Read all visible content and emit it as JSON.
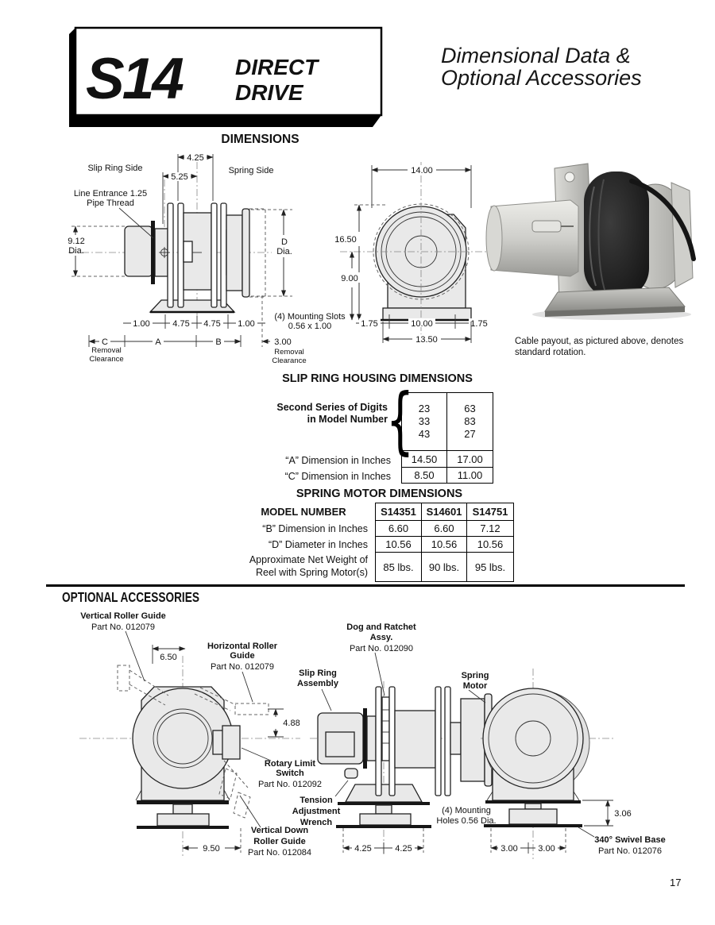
{
  "header": {
    "model": "S14",
    "drive_line1": "DIRECT",
    "drive_line2": "DRIVE",
    "subtitle_line1": "Dimensional Data &",
    "subtitle_line2": "Optional Accessories"
  },
  "page_number": "17",
  "dimensions": {
    "title": "DIMENSIONS",
    "side_view": {
      "slip_ring_side": "Slip Ring Side",
      "spring_side": "Spring Side",
      "dim_4_25": "4.25",
      "dim_5_25": "5.25",
      "line_entrance_1": "Line Entrance 1.25",
      "line_entrance_2": "Pipe Thread",
      "dia_9_12": "9.12",
      "dia_9_12_unit": "Dia.",
      "dia_d": "D",
      "dia_d_unit": "Dia.",
      "dim_1_00_left": "1.00",
      "dim_4_75_left": "4.75",
      "dim_4_75_right": "4.75",
      "dim_1_00_right": "1.00",
      "dim_c": "C",
      "dim_a": "A",
      "dim_b": "B",
      "dim_3_00": "3.00",
      "removal_left_1": "Removal",
      "removal_left_2": "Clearance",
      "removal_right_1": "Removal",
      "removal_right_2": "Clearance",
      "mounting_slots_1": "(4) Mounting Slots",
      "mounting_slots_2": "0.56 x 1.00"
    },
    "front_view": {
      "dim_14_00": "14.00",
      "dim_16_50": "16.50",
      "dim_9_00": "9.00",
      "dim_1_75_left": "1.75",
      "dim_10_00": "10.00",
      "dim_1_75_right": "1.75",
      "dim_13_50": "13.50"
    },
    "photo_caption_1": "Cable payout, as pictured above, denotes",
    "photo_caption_2": "standard rotation."
  },
  "slip_ring_table": {
    "title": "SLIP RING HOUSING DIMENSIONS",
    "series_label_1": "Second Series of Digits",
    "series_label_2": "in Model Number",
    "digits_col1": [
      "23",
      "33",
      "43"
    ],
    "digits_col2": [
      "63",
      "83",
      "27"
    ],
    "row_a_label": "“A” Dimension in Inches",
    "row_a_values": [
      "14.50",
      "17.00"
    ],
    "row_c_label": "“C” Dimension in Inches",
    "row_c_values": [
      "8.50",
      "11.00"
    ]
  },
  "spring_motor_table": {
    "title": "SPRING MOTOR DIMENSIONS",
    "model_number_label": "MODEL NUMBER",
    "models": [
      "S14351",
      "S14601",
      "S14751"
    ],
    "row_b_label": "“B” Dimension in Inches",
    "row_b_values": [
      "6.60",
      "6.60",
      "7.12"
    ],
    "row_d_label": "“D” Diameter in Inches",
    "row_d_values": [
      "10.56",
      "10.56",
      "10.56"
    ],
    "row_w_label_1": "Approximate Net Weight of",
    "row_w_label_2": "Reel with Spring Motor(s)",
    "row_w_values": [
      "85 lbs.",
      "90 lbs.",
      "95 lbs."
    ]
  },
  "accessories": {
    "title": "OPTIONAL ACCESSORIES",
    "vertical_roller_1": "Vertical  Roller Guide",
    "vertical_roller_2": "Part No. 012079",
    "dim_6_50": "6.50",
    "horizontal_roller_1": "Horizontal Roller",
    "horizontal_roller_2": "Guide",
    "horizontal_roller_3": "Part No. 012079",
    "slip_ring_assembly_1": "Slip Ring",
    "slip_ring_assembly_2": "Assembly",
    "dog_ratchet_1": "Dog and Ratchet",
    "dog_ratchet_2": "Assy.",
    "dog_ratchet_3": "Part No. 012090",
    "spring_motor_1": "Spring",
    "spring_motor_2": "Motor",
    "dim_4_88": "4.88",
    "rotary_limit_1": "Rotary Limit",
    "rotary_limit_2": "Switch",
    "rotary_limit_3": "Part No. 012092",
    "tension_1": "Tension",
    "tension_2": "Adjustment",
    "tension_3": "Wrench",
    "vertical_down_1": "Vertical Down",
    "vertical_down_2": "Roller Guide",
    "vertical_down_3": "Part No. 012084",
    "dim_9_50": "9.50",
    "dim_4_25_a": "4.25",
    "dim_4_25_b": "4.25",
    "mounting_holes_1": "(4) Mounting",
    "mounting_holes_2": "Holes 0.56 Dia.",
    "dim_3_06": "3.06",
    "dim_3_00_a": "3.00",
    "dim_3_00_b": "3.00",
    "swivel_base_1": "340° Swivel Base",
    "swivel_base_2": "Part No. 012076"
  }
}
